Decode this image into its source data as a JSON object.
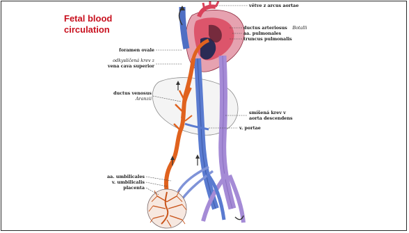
{
  "slide": {
    "title_line1": "Fetal blood",
    "title_line2": "circulation"
  },
  "labels": {
    "vetve_arcus_aortae": "větve z arcus aortae",
    "ductus_arteriosus": "ductus arteriosus",
    "ductus_arteriosus_name": "Botalli",
    "aa_pulmonales": "aa. pulmonales",
    "truncus_pulmonalis": "truncus pulmonalis",
    "foramen_ovale": "foramen ovale",
    "odkyslicena_krev": "odkysličená krev z",
    "vena_cava_superior": "vena cava superior",
    "ductus_venosus": "ductus venosus",
    "ductus_venosus_name": "Aranzii",
    "smisena_krev": "smíšená krev v",
    "aorta_descendens": "aorta descendens",
    "v_portae": "v. portae",
    "aa_umbilicales": "aa. umbilicales",
    "v_umbilicalis": "v. umbilicalis",
    "placenta": "placenta"
  },
  "colors": {
    "title": "#c8101e",
    "oxygenated": "#e0621e",
    "deoxygenated": "#4f6fc4",
    "mixed": "#9a7fd0",
    "heart": "#d9425a",
    "liver_outline": "#8a8a8a"
  }
}
